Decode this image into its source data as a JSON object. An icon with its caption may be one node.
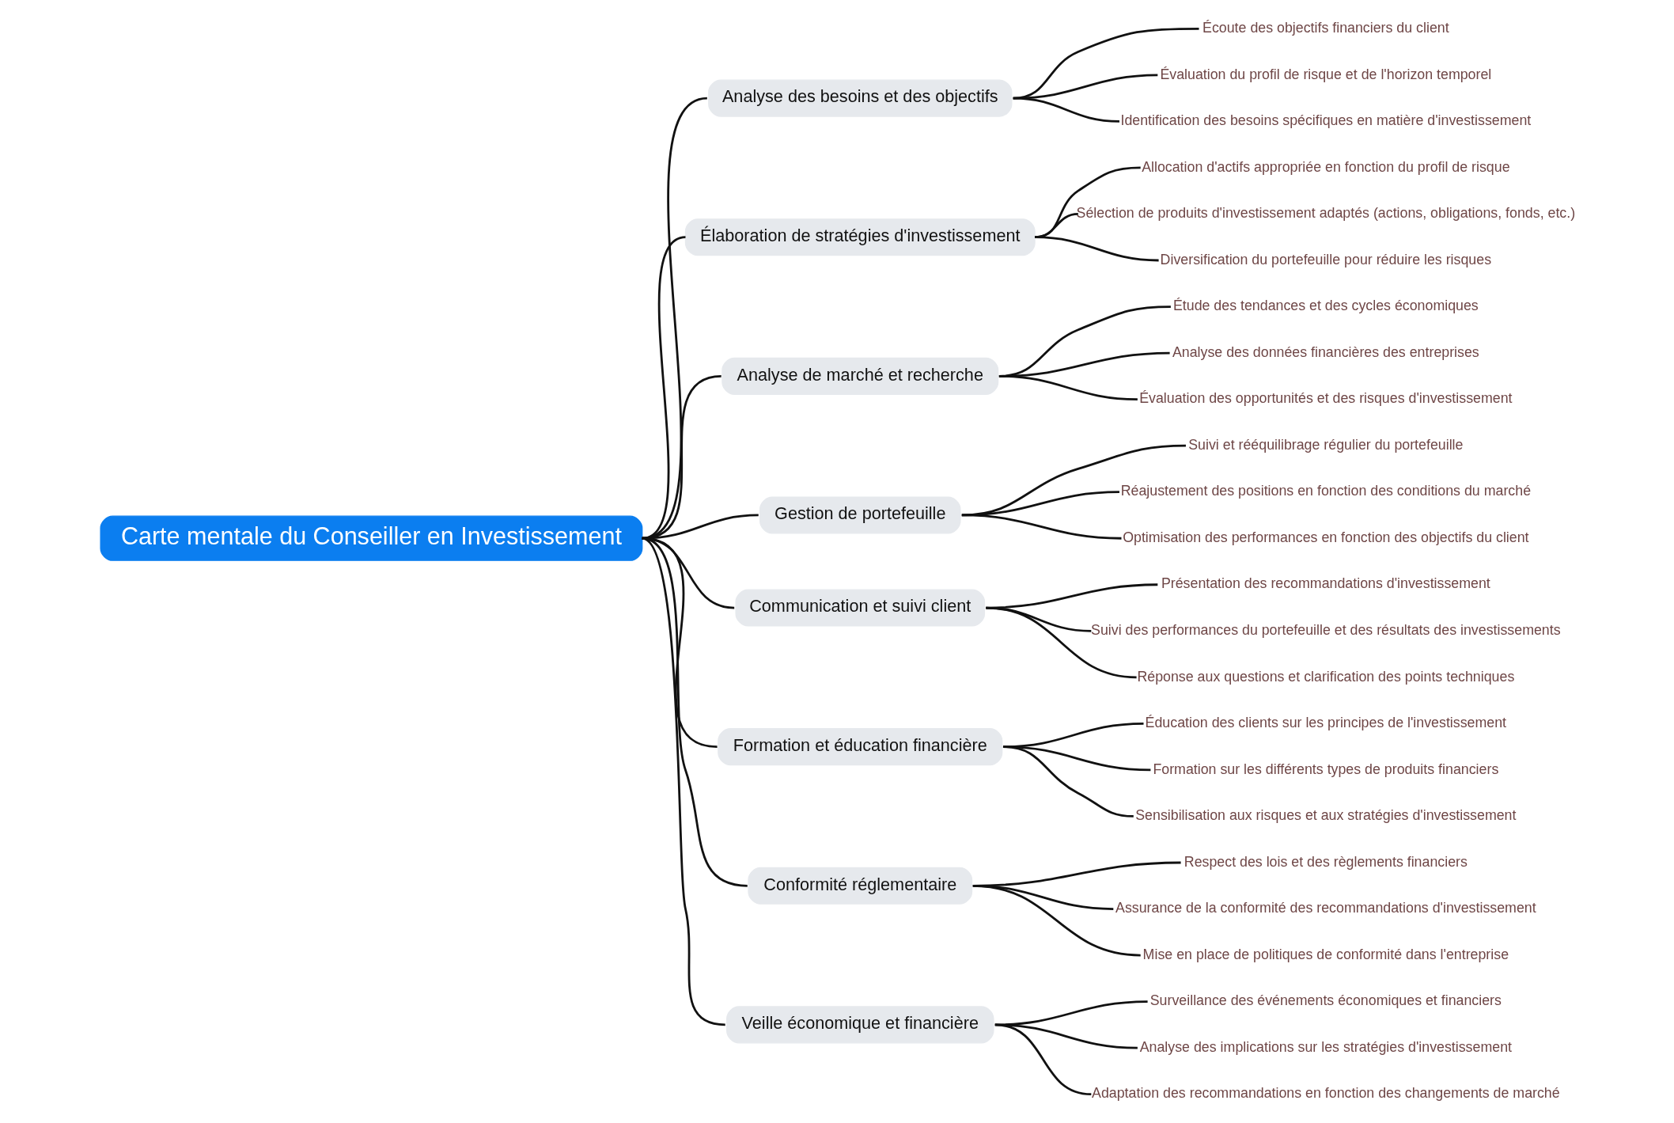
{
  "diagram": {
    "nodes": [
      {
        "text": [
          "Carte mentale du Conseiller en Investissement"
        ]
      },
      {
        "text": [
          "Analyse des besoins et des objectifs"
        ]
      },
      {
        "text": [
          "Écoute des objectifs financiers du client"
        ]
      },
      {
        "text": [
          "Évaluation du profil de risque et de l'horizon temporel"
        ]
      },
      {
        "text": [
          "Identification des besoins spécifiques en matière d'investissement"
        ]
      },
      {
        "text": [
          "Élaboration de stratégies d'investissement"
        ]
      },
      {
        "text": [
          "Allocation d'actifs appropriée en fonction du profil de risque"
        ]
      },
      {
        "text": [
          "Sélection de produits d'investissement adaptés (actions, obligations, fonds, etc.)"
        ]
      },
      {
        "text": [
          "Diversification du portefeuille pour réduire les risques"
        ]
      },
      {
        "text": [
          "Analyse de marché et recherche"
        ]
      },
      {
        "text": [
          "Étude des tendances et des cycles économiques"
        ]
      },
      {
        "text": [
          "Analyse des données financières des entreprises"
        ]
      },
      {
        "text": [
          "Évaluation des opportunités et des risques d'investissement"
        ]
      },
      {
        "text": [
          "Gestion de portefeuille"
        ]
      },
      {
        "text": [
          "Suivi et rééquilibrage régulier du portefeuille"
        ]
      },
      {
        "text": [
          "Réajustement des positions en fonction des conditions du marché"
        ]
      },
      {
        "text": [
          "Optimisation des performances en fonction des objectifs du client"
        ]
      },
      {
        "text": [
          "Communication et suivi client"
        ]
      },
      {
        "text": [
          "Présentation des recommandations d'investissement"
        ]
      },
      {
        "text": [
          "Suivi des performances du portefeuille et des résultats des investissements"
        ]
      },
      {
        "text": [
          "Réponse aux questions et clarification des points techniques"
        ]
      },
      {
        "text": [
          "Formation et éducation financière"
        ]
      },
      {
        "text": [
          "Éducation des clients sur les principes de l'investissement"
        ]
      },
      {
        "text": [
          "Formation sur les différents types de produits financiers"
        ]
      },
      {
        "text": [
          "Sensibilisation aux risques et aux stratégies d'investissement"
        ]
      },
      {
        "text": [
          "Conformité réglementaire"
        ]
      },
      {
        "text": [
          "Respect des lois et des règlements financiers"
        ]
      },
      {
        "text": [
          "Assurance de la conformité des recommandations d'investissement"
        ]
      },
      {
        "text": [
          "Mise en place de politiques de conformité dans l'entreprise"
        ]
      },
      {
        "text": [
          "Veille économique et financière"
        ]
      },
      {
        "text": [
          "Surveillance des événements économiques et financiers"
        ]
      },
      {
        "text": [
          "Analyse des implications sur les stratégies d'investissement"
        ]
      },
      {
        "text": [
          "Adaptation des recommandations en fonction des changements de marché"
        ]
      }
    ],
    "edges": [
      {
        "from": 0,
        "to": 1,
        "arrow": "none"
      },
      {
        "from": 0,
        "to": 5,
        "arrow": "none"
      },
      {
        "from": 0,
        "to": 9,
        "arrow": "none"
      },
      {
        "from": 0,
        "to": 13,
        "arrow": "none"
      },
      {
        "from": 0,
        "to": 17,
        "arrow": "none"
      },
      {
        "from": 0,
        "to": 21,
        "arrow": "none"
      },
      {
        "from": 0,
        "to": 25,
        "arrow": "none"
      },
      {
        "from": 0,
        "to": 29,
        "arrow": "none"
      },
      {
        "from": 1,
        "to": 2,
        "arrow": "none"
      },
      {
        "from": 1,
        "to": 3,
        "arrow": "none"
      },
      {
        "from": 1,
        "to": 4,
        "arrow": "none"
      },
      {
        "from": 5,
        "to": 6,
        "arrow": "none"
      },
      {
        "from": 5,
        "to": 7,
        "arrow": "none"
      },
      {
        "from": 5,
        "to": 8,
        "arrow": "none"
      },
      {
        "from": 9,
        "to": 10,
        "arrow": "none"
      },
      {
        "from": 9,
        "to": 11,
        "arrow": "none"
      },
      {
        "from": 9,
        "to": 12,
        "arrow": "none"
      },
      {
        "from": 13,
        "to": 14,
        "arrow": "none"
      },
      {
        "from": 13,
        "to": 15,
        "arrow": "none"
      },
      {
        "from": 13,
        "to": 16,
        "arrow": "none"
      },
      {
        "from": 17,
        "to": 18,
        "arrow": "none"
      },
      {
        "from": 17,
        "to": 19,
        "arrow": "none"
      },
      {
        "from": 17,
        "to": 20,
        "arrow": "none"
      },
      {
        "from": 21,
        "to": 22,
        "arrow": "none"
      },
      {
        "from": 21,
        "to": 23,
        "arrow": "none"
      },
      {
        "from": 21,
        "to": 24,
        "arrow": "none"
      },
      {
        "from": 25,
        "to": 26,
        "arrow": "none"
      },
      {
        "from": 25,
        "to": 27,
        "arrow": "none"
      },
      {
        "from": 25,
        "to": 28,
        "arrow": "none"
      },
      {
        "from": 29,
        "to": 30,
        "arrow": "none"
      },
      {
        "from": 29,
        "to": 31,
        "arrow": "none"
      },
      {
        "from": 29,
        "to": 32,
        "arrow": "none"
      }
    ]
  }
}
